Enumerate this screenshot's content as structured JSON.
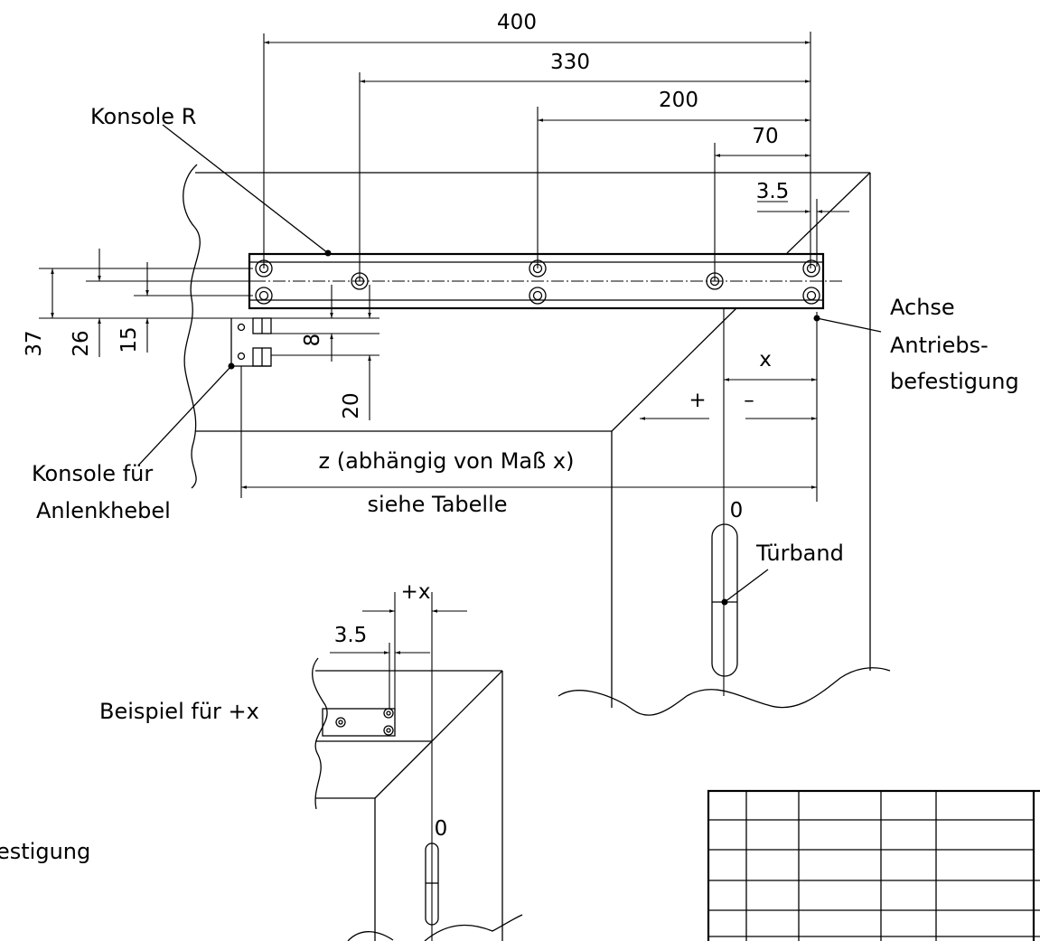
{
  "dimensions": {
    "d400": "400",
    "d330": "330",
    "d200": "200",
    "d70": "70",
    "d3_5": "3.5",
    "d37": "37",
    "d26": "26",
    "d15": "15",
    "d8": "8",
    "d20": "20",
    "x": "x",
    "plus": "+",
    "minus": "–",
    "zero": "0",
    "detail_plus_x": "+x",
    "detail_3_5": "3.5",
    "detail_zero": "0"
  },
  "labels": {
    "konsole_r": "Konsole R",
    "achse": "Achse",
    "antriebs": "Antriebs-",
    "befestigung": "befestigung",
    "konsole_fuer": "Konsole für",
    "anlenkhebel": "Anlenkhebel",
    "z_text": "z (abhängig von Maß x)",
    "siehe_tabelle": "siehe Tabelle",
    "tuerband": "Türband",
    "beispiel": "Beispiel für +x",
    "cut_off_befestigung": "estigung"
  },
  "title_block": {
    "rows": 5,
    "columns": 6,
    "cells": []
  }
}
